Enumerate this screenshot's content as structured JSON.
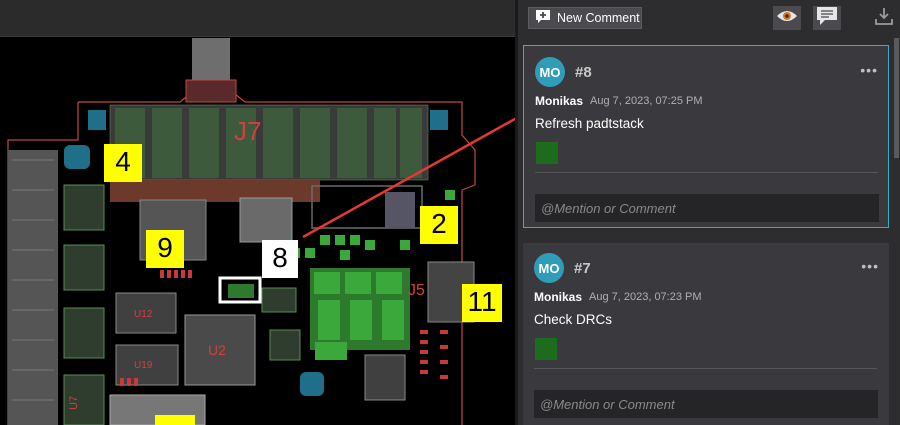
{
  "viewport": {
    "callouts": [
      "4",
      "9",
      "8",
      "2",
      "11"
    ],
    "board_labels": [
      "J7",
      "U12",
      "U19",
      "U2",
      "U7"
    ],
    "colors": {
      "callout": "#ffff00",
      "arrow": "#e53935",
      "trace": "#3aa83a",
      "silk": "#d04040",
      "board_outline": "#c04848"
    }
  },
  "toolbar": {
    "new_comment_label": "New Comment",
    "icons": [
      "plus-comment-icon",
      "eye-icon",
      "comment-icon",
      "download-icon"
    ]
  },
  "comments": [
    {
      "avatar": "MO",
      "number": "#8",
      "author": "Monikas",
      "timestamp": "Aug 7, 2023, 07:25 PM",
      "text": "Refresh padtstack",
      "placeholder": "@Mention or Comment",
      "selected": true
    },
    {
      "avatar": "MO",
      "number": "#7",
      "author": "Monikas",
      "timestamp": "Aug 7, 2023, 07:23 PM",
      "text": "Check DRCs",
      "placeholder": "@Mention or Comment",
      "selected": false
    }
  ]
}
